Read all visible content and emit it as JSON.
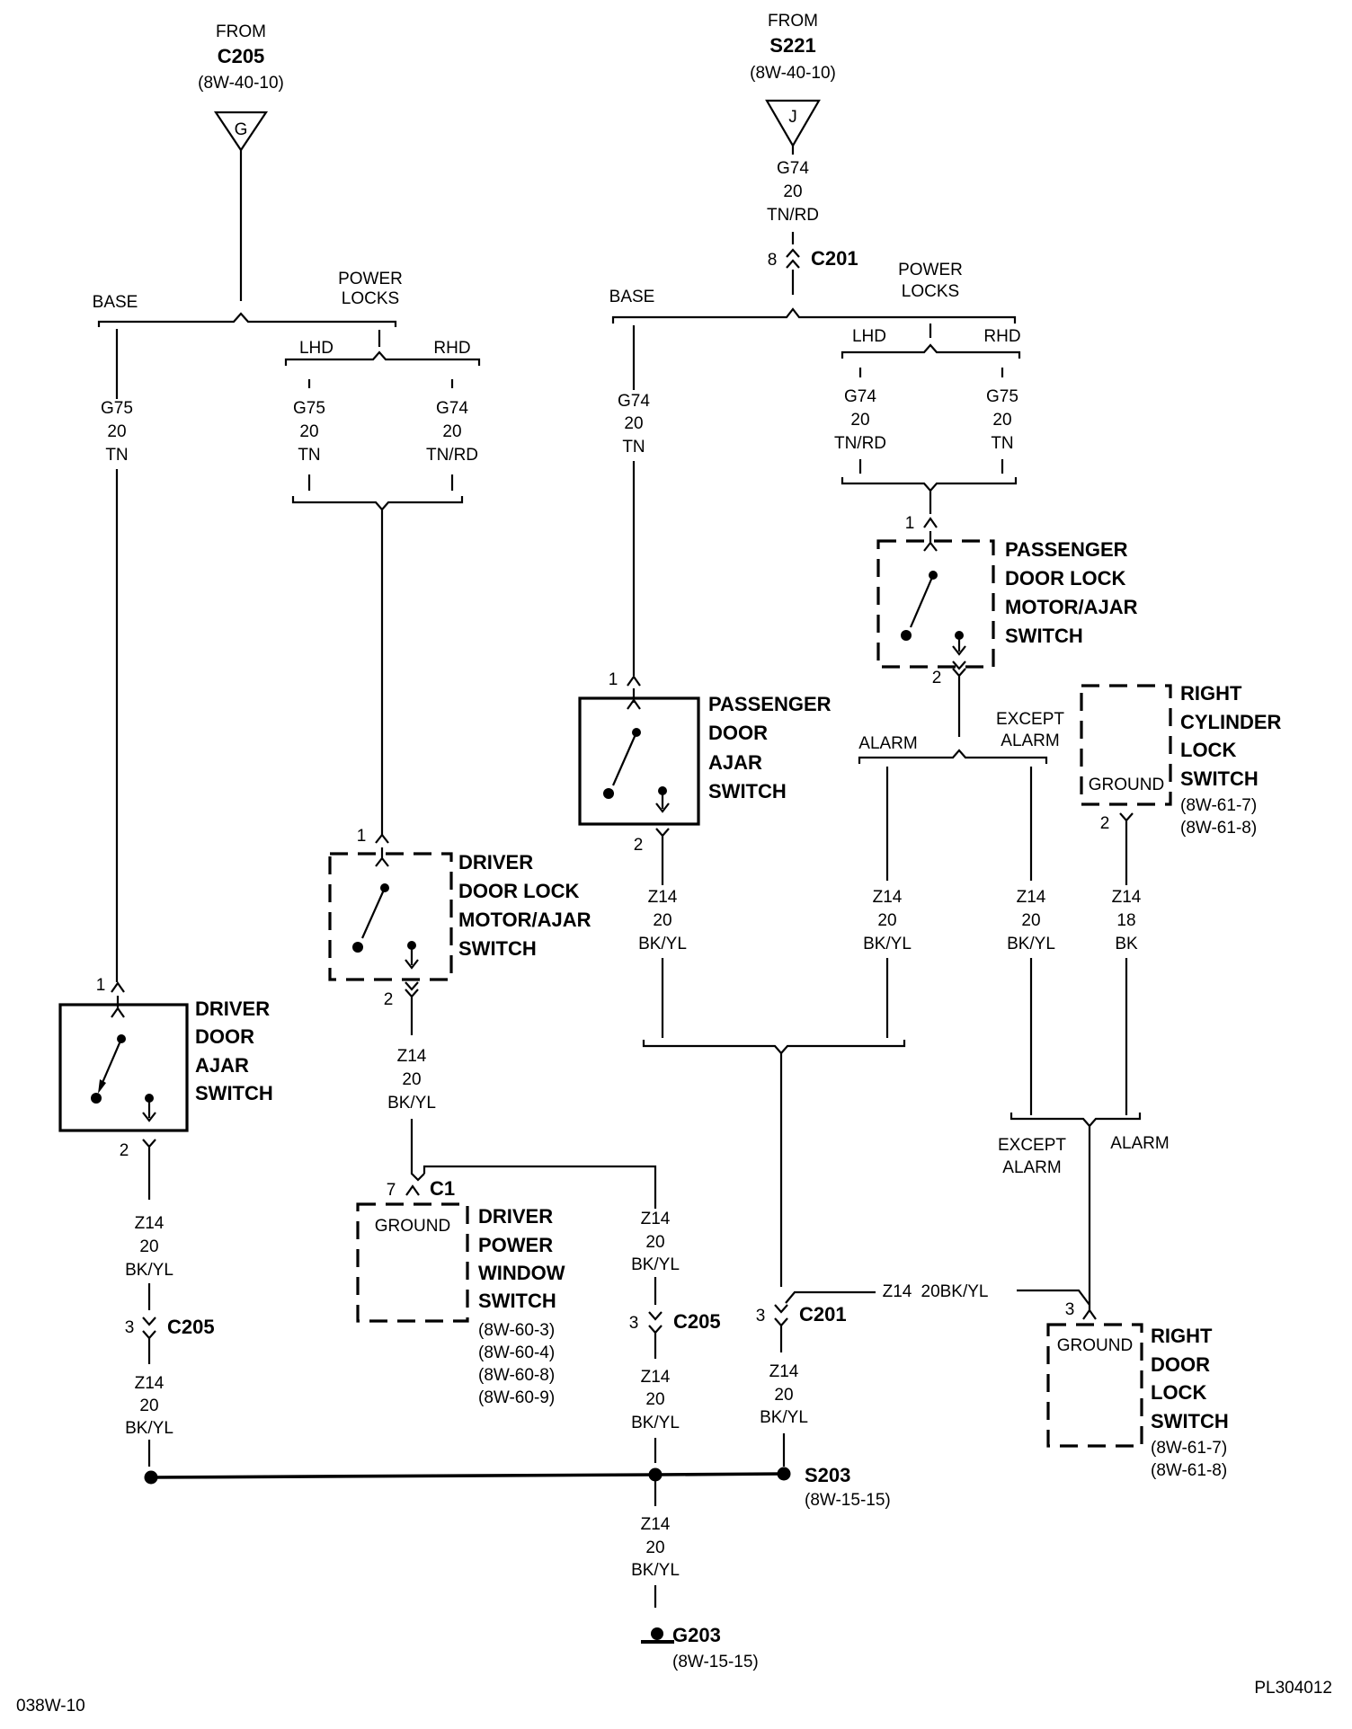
{
  "sources": {
    "c205": {
      "from": "FROM",
      "name": "C205",
      "ref": "(8W-40-10)",
      "letter": "G"
    },
    "s221": {
      "from": "FROM",
      "name": "S221",
      "ref": "(8W-40-10)",
      "letter": "J"
    }
  },
  "labels": {
    "base": "BASE",
    "power": "POWER",
    "locks": "LOCKS",
    "lhd": "LHD",
    "rhd": "RHD",
    "alarm": "ALARM",
    "except": "EXCEPT",
    "ground": "GROUND"
  },
  "wires": {
    "g75": "G75",
    "g74": "G74",
    "z14": "Z14",
    "gauge20": "20",
    "gauge18": "18",
    "tn": "TN",
    "tnrd": "TN/RD",
    "bkyl": "BK/YL",
    "bk": "BK",
    "z14_20bkyl": "20BK/YL"
  },
  "pins": {
    "p1": "1",
    "p2": "2",
    "p3": "3",
    "p7": "7",
    "p8": "8"
  },
  "connectors": {
    "c201": "C201",
    "c205": "C205",
    "c1": "C1",
    "s203": "S203",
    "s203_ref": "(8W-15-15)",
    "g203": "G203",
    "g203_ref": "(8W-15-15)"
  },
  "components": {
    "driver_ajar": [
      "DRIVER",
      "DOOR",
      "AJAR",
      "SWITCH"
    ],
    "driver_lock": [
      "DRIVER",
      "DOOR LOCK",
      "MOTOR/AJAR",
      "SWITCH"
    ],
    "pass_ajar": [
      "PASSENGER",
      "DOOR",
      "AJAR",
      "SWITCH"
    ],
    "pass_lock": [
      "PASSENGER",
      "DOOR LOCK",
      "MOTOR/AJAR",
      "SWITCH"
    ],
    "right_cyl": [
      "RIGHT",
      "CYLINDER",
      "LOCK",
      "SWITCH"
    ],
    "right_cyl_refs": [
      "(8W-61-7)",
      "(8W-61-8)"
    ],
    "driver_window": [
      "DRIVER",
      "POWER",
      "WINDOW",
      "SWITCH"
    ],
    "driver_window_refs": [
      "(8W-60-3)",
      "(8W-60-4)",
      "(8W-60-8)",
      "(8W-60-9)"
    ],
    "right_door_lock": [
      "RIGHT",
      "DOOR",
      "LOCK",
      "SWITCH"
    ],
    "right_door_lock_refs": [
      "(8W-61-7)",
      "(8W-61-8)"
    ]
  },
  "footer": {
    "left": "038W-10",
    "right": "PL304012"
  }
}
